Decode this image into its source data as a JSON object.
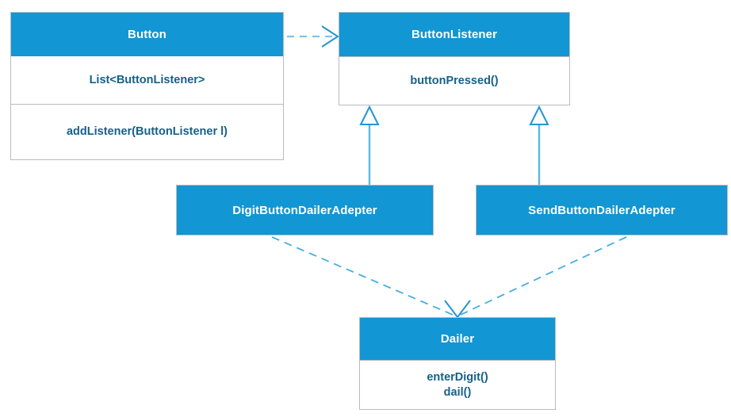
{
  "diagram": {
    "title": "Button listener adapter UML class diagram",
    "type": "uml-class-diagram",
    "colors": {
      "header_fill": "#1296d4",
      "header_text": "#ffffff",
      "body_text": "#15618a",
      "box_border": "#b9bcbe",
      "connector": "#2196d3",
      "background": "#ffffff"
    },
    "classes": [
      {
        "id": "button",
        "name": "Button",
        "attributes": "List<ButtonListener>",
        "operations": "addListener(ButtonListener l)"
      },
      {
        "id": "buttonlistener",
        "name": "ButtonListener",
        "operations": "buttonPressed()"
      },
      {
        "id": "digitadapter",
        "name": "DigitButtonDailerAdepter"
      },
      {
        "id": "sendadapter",
        "name": "SendButtonDailerAdepter"
      },
      {
        "id": "dailer",
        "name": "Dailer",
        "operations": "enterDigit()\ndail()"
      }
    ],
    "relationships": [
      {
        "id": "button-uses-buttonlistener",
        "kind": "dependency",
        "style": "dashed-open-arrow",
        "from": "Button",
        "to": "ButtonListener"
      },
      {
        "id": "digitadapter-implements-buttonlistener",
        "kind": "generalization",
        "style": "solid-hollow-triangle",
        "from": "DigitButtonDailerAdepter",
        "to": "ButtonListener"
      },
      {
        "id": "sendadapter-implements-buttonlistener",
        "kind": "generalization",
        "style": "solid-hollow-triangle",
        "from": "SendButtonDailerAdepter",
        "to": "ButtonListener"
      },
      {
        "id": "digitadapter-uses-dailer",
        "kind": "dependency",
        "style": "dashed-open-arrow",
        "from": "DigitButtonDailerAdepter",
        "to": "Dailer"
      },
      {
        "id": "sendadapter-uses-dailer",
        "kind": "dependency",
        "style": "dashed-open-arrow",
        "from": "SendButtonDailerAdepter",
        "to": "Dailer"
      }
    ]
  }
}
